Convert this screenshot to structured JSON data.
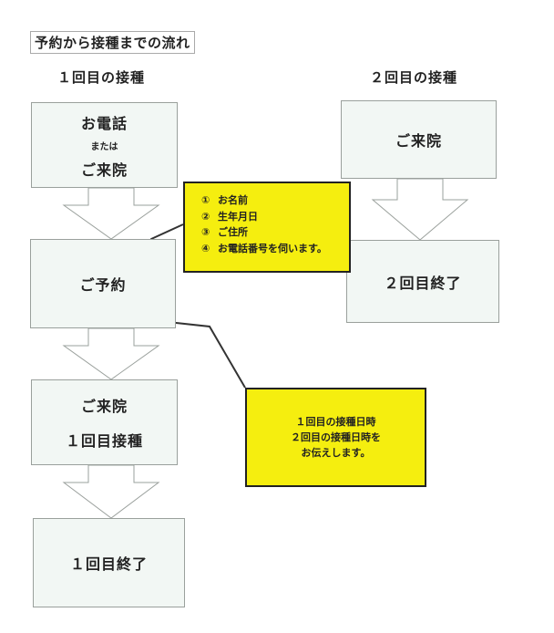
{
  "title": "予約から接種までの流れ",
  "columns": {
    "first": "１回目の接種",
    "second": "２回目の接種"
  },
  "first_flow": {
    "box1": {
      "line1": "お電話",
      "line2": "または",
      "line3": "ご来院"
    },
    "box2": {
      "label": "ご予約"
    },
    "box3": {
      "line1": "ご来院",
      "line2": "１回目接種"
    },
    "box4": {
      "label": "１回目終了"
    }
  },
  "second_flow": {
    "box1": {
      "label": "ご来院"
    },
    "box2": {
      "label": "２回目終了"
    }
  },
  "note_reservation": {
    "items": [
      {
        "num": "①",
        "text": "お名前"
      },
      {
        "num": "②",
        "text": "生年月日"
      },
      {
        "num": "③",
        "text": "ご住所"
      },
      {
        "num": "④",
        "text": "お電話番号を伺います。"
      }
    ]
  },
  "note_schedule": {
    "line1": "１回目の接種日時",
    "line2": "２回目の接種日時を",
    "line3": "お伝えします。"
  },
  "colors": {
    "box_fill": "#f2f7f4",
    "note_fill": "#f5ee0f"
  }
}
